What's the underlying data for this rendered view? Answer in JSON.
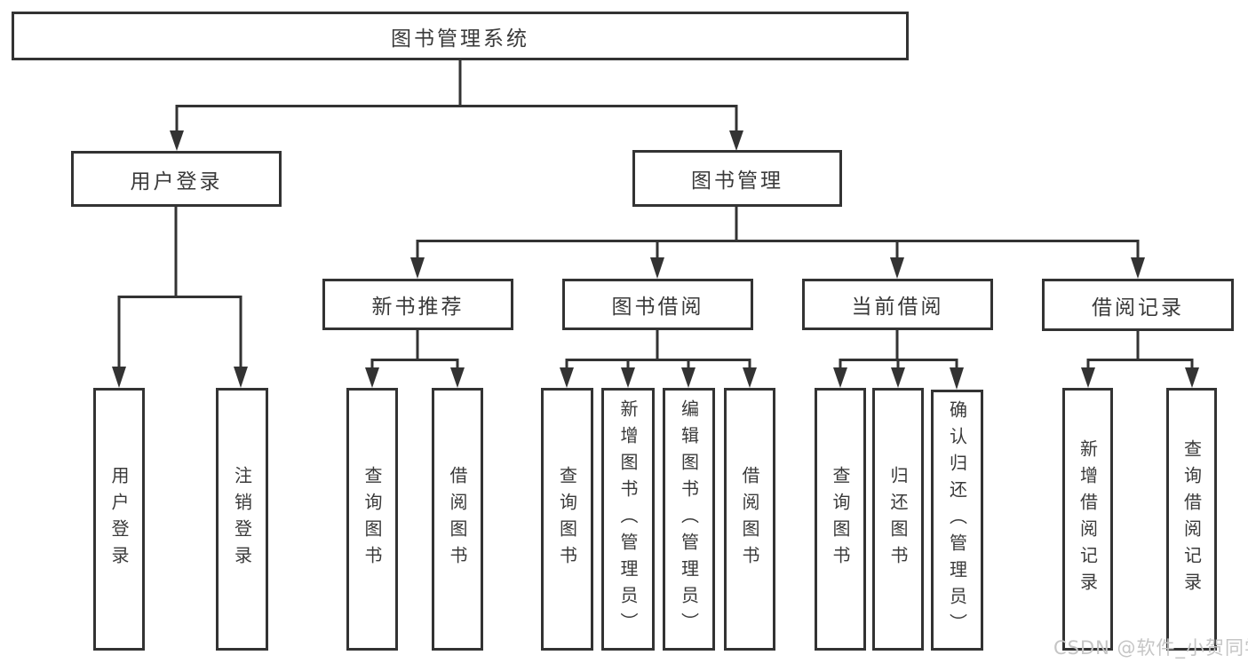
{
  "nodes": {
    "root": {
      "label": "图书管理系统"
    },
    "level2": [
      {
        "label": "用户登录"
      },
      {
        "label": "图书管理"
      }
    ],
    "level3": [
      {
        "label": "新书推荐",
        "parent": "图书管理"
      },
      {
        "label": "图书借阅",
        "parent": "图书管理"
      },
      {
        "label": "当前借阅",
        "parent": "图书管理"
      },
      {
        "label": "借阅记录",
        "parent": "图书管理"
      }
    ],
    "level4": [
      {
        "label": "用户登录",
        "parent": "用户登录"
      },
      {
        "label": "注销登录",
        "parent": "用户登录"
      },
      {
        "label": "查询图书",
        "parent": "新书推荐"
      },
      {
        "label": "借阅图书",
        "parent": "新书推荐"
      },
      {
        "label": "查询图书",
        "parent": "图书借阅"
      },
      {
        "label": "新增图书（管理员）",
        "parent": "图书借阅"
      },
      {
        "label": "编辑图书（管理员）",
        "parent": "图书借阅"
      },
      {
        "label": "借阅图书",
        "parent": "图书借阅"
      },
      {
        "label": "查询图书",
        "parent": "当前借阅"
      },
      {
        "label": "归还图书",
        "parent": "当前借阅"
      },
      {
        "label": "确认归还（管理员）",
        "parent": "当前借阅"
      },
      {
        "label": "新增借阅记录",
        "parent": "借阅记录"
      },
      {
        "label": "查询借阅记录",
        "parent": "借阅记录"
      }
    ]
  },
  "watermark": {
    "text": "CSDN @软件_小贺同学"
  },
  "colors": {
    "line": "#333333",
    "text": "#3a3a3a",
    "watermark": "#c5c5c5",
    "box_background": "#ffffff",
    "page_background": "#ffffff"
  }
}
